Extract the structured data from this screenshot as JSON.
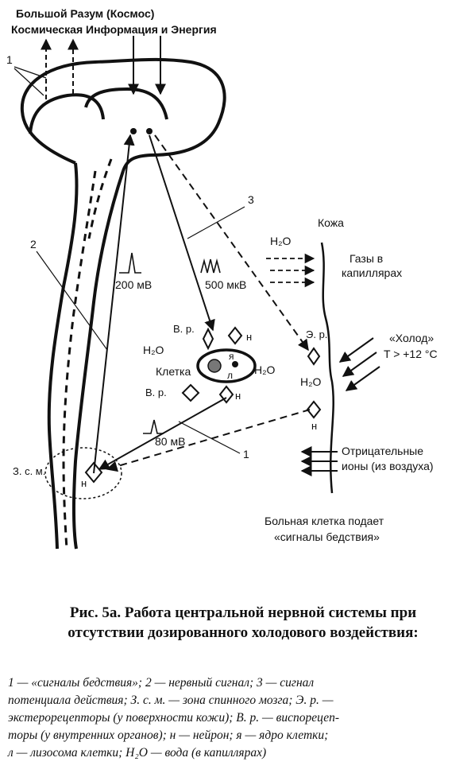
{
  "diagram": {
    "top_line1": "Большой Разум   (Космос)",
    "top_line2": "Космическая Информация и Энергия",
    "num_1_top": "1",
    "num_2": "2",
    "num_3": "3",
    "num_1_bottom": "1",
    "skin": "Кожа",
    "h2o": "H₂O",
    "gases_line1": "Газы в",
    "gases_line2": "капиллярах",
    "signal_200": "200 мВ",
    "signal_500": "500 мкВ",
    "signal_80": "80 мВ",
    "vr_upper": "В. р.",
    "vr_lower": "В. р.",
    "n_label": "н",
    "er_label": "Э. р.",
    "cold_line1": "«Холод»",
    "cold_line2": "T > +12 °C",
    "cell": "Клетка",
    "ya": "я",
    "l": "л",
    "zsm": "З. с. м.",
    "neg_ions_line1": "Отрицательные",
    "neg_ions_line2": "ионы (из воздуха)",
    "sick_line1": "Больная клетка подает",
    "sick_line2": "«сигналы бедствия»"
  },
  "caption": {
    "line1": "Рис. 5а. Работа центральной нервной системы при",
    "line2": "отсутствии дозированного холодового воздействия:"
  },
  "legend": {
    "line1": "1 — «сигналы бедствия»; 2 — нервный сигнал; 3 — сигнал",
    "line2": "потенциала действия; З. с. м. — зона спинного мозга; Э. р. —",
    "line3": "экстерорецепторы (у поверхности кожи); В. р. — виспорецеп-",
    "line4": "торы (у внутренних органов); н — нейрон; я — ядро клетки;",
    "line5": "л — лизосома клетки; H₂O — вода (в капиллярах)"
  },
  "colors": {
    "ink": "#111111",
    "background": "#ffffff"
  }
}
